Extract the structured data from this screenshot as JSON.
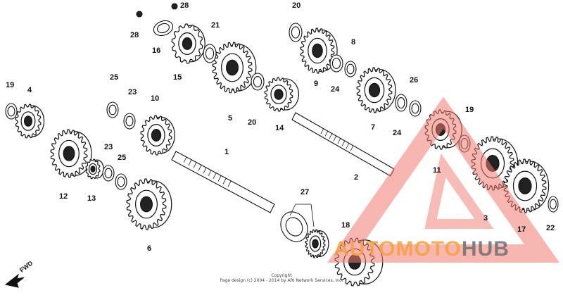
{
  "diagram": {
    "labels": [
      {
        "id": "p28a",
        "text": "28"
      },
      {
        "id": "p28b",
        "text": "28"
      },
      {
        "id": "p16",
        "text": "16"
      },
      {
        "id": "p15",
        "text": "15"
      },
      {
        "id": "p21",
        "text": "21"
      },
      {
        "id": "p5",
        "text": "5"
      },
      {
        "id": "p20a",
        "text": "20"
      },
      {
        "id": "p20b",
        "text": "20"
      },
      {
        "id": "p14",
        "text": "14"
      },
      {
        "id": "p9",
        "text": "9"
      },
      {
        "id": "p8",
        "text": "8"
      },
      {
        "id": "p24a",
        "text": "24"
      },
      {
        "id": "p24b",
        "text": "24"
      },
      {
        "id": "p7",
        "text": "7"
      },
      {
        "id": "p26",
        "text": "26"
      },
      {
        "id": "p19a",
        "text": "19"
      },
      {
        "id": "p19b",
        "text": "19"
      },
      {
        "id": "p4",
        "text": "4"
      },
      {
        "id": "p25a",
        "text": "25"
      },
      {
        "id": "p25b",
        "text": "25"
      },
      {
        "id": "p23a",
        "text": "23"
      },
      {
        "id": "p23b",
        "text": "23"
      },
      {
        "id": "p10",
        "text": "10"
      },
      {
        "id": "p1",
        "text": "1"
      },
      {
        "id": "p2",
        "text": "2"
      },
      {
        "id": "p11",
        "text": "11"
      },
      {
        "id": "p3",
        "text": "3"
      },
      {
        "id": "p17",
        "text": "17"
      },
      {
        "id": "p22",
        "text": "22"
      },
      {
        "id": "p12",
        "text": "12"
      },
      {
        "id": "p13",
        "text": "13"
      },
      {
        "id": "p6",
        "text": "6"
      },
      {
        "id": "p27",
        "text": "27"
      },
      {
        "id": "p18",
        "text": "18"
      }
    ],
    "fwd_label": "FWD",
    "copyright_line1": "Copyright",
    "copyright_line2": "Page design (c) 2004 - 2014 by ARI Network Services, Inc."
  },
  "watermark": {
    "part1": "AUTOMOTO",
    "part2": "HUB",
    "colors": {
      "accent": "#f6a23f",
      "triangle": "#f07a6e",
      "dark": "#6f6f6f"
    }
  }
}
